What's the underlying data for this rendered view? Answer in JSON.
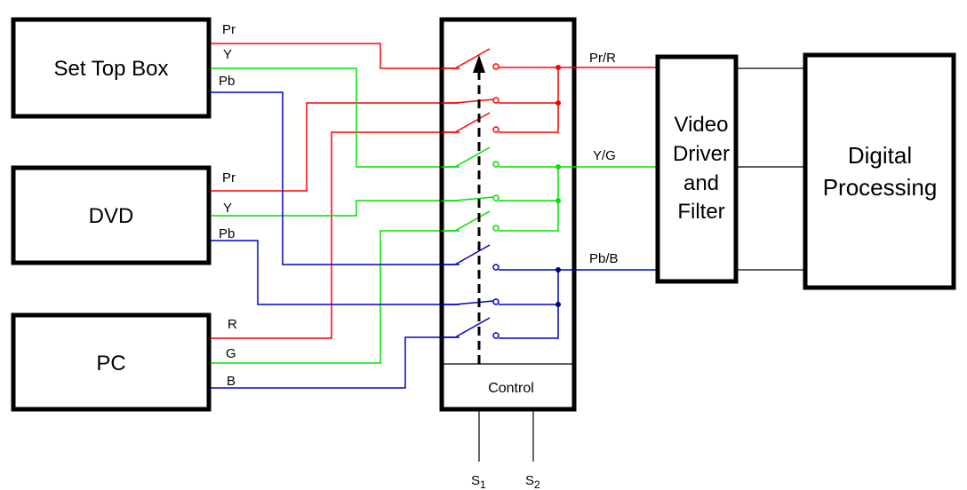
{
  "colors": {
    "red": "#ff0000",
    "green": "#00e000",
    "blue": "#0000cc",
    "blue_dot": "#00007f",
    "black": "#000000"
  },
  "sources": [
    {
      "name": "Set Top Box",
      "signals": [
        "Pr",
        "Y",
        "Pb"
      ]
    },
    {
      "name": "DVD",
      "signals": [
        "Pr",
        "Y",
        "Pb"
      ]
    },
    {
      "name": "PC",
      "signals": [
        "R",
        "G",
        "B"
      ]
    }
  ],
  "switch": {
    "control_label": "Control",
    "inputs": [
      "S1",
      "S2"
    ],
    "input_main": [
      "S",
      "S"
    ],
    "input_sub": [
      "1",
      "2"
    ]
  },
  "outputs": [
    "Pr/R",
    "Y/G",
    "Pb/B"
  ],
  "driver": {
    "lines": [
      "Video",
      "Driver",
      "and",
      "Filter"
    ]
  },
  "processor": {
    "lines": [
      "Digital",
      "Processing"
    ]
  }
}
